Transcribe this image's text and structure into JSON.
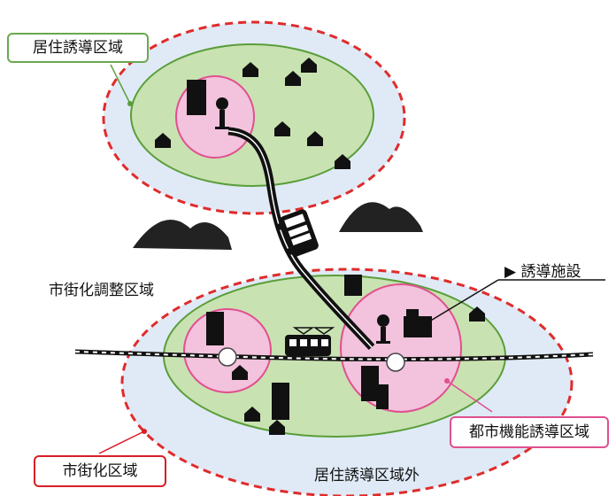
{
  "labels": {
    "residential_zone": "居住誘導区域",
    "urbanization_control": "市街化調整区域",
    "facility": "▶ 誘導施設",
    "urban_function_zone": "都市機能誘導区域",
    "urbanization_area": "市街化区域",
    "outside_residential": "居住誘導区域外"
  },
  "colors": {
    "outer_fill": "#dfeaf6",
    "zone_fill": "#c9e2b2",
    "zone_stroke": "#5a9e3a",
    "core_fill": "#f3c2dc",
    "core_stroke": "#e0508f",
    "boundary_dash": "#e02b2b",
    "callout_green_border": "#6aa84f",
    "callout_pink_border": "#e0508f",
    "callout_red_border": "#d81f26",
    "road": "#111111",
    "icon": "#111111"
  },
  "icons": [
    "house-icon",
    "building-icon",
    "hospital-icon",
    "bus-stop-icon",
    "bus-icon",
    "tram-icon",
    "mountain-icon",
    "station-icon"
  ]
}
